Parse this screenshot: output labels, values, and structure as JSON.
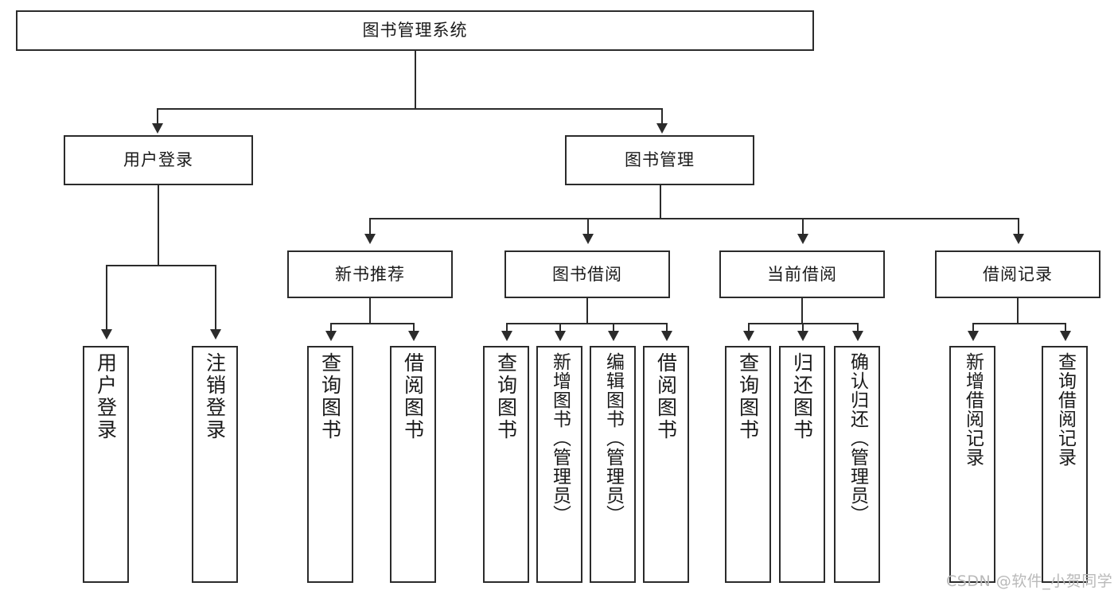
{
  "diagram": {
    "type": "tree",
    "title": "图书管理系统",
    "root": {
      "id": "root",
      "label": "图书管理系统"
    },
    "level2": [
      {
        "id": "user-login",
        "label": "用户登录"
      },
      {
        "id": "book-management",
        "label": "图书管理"
      }
    ],
    "level3": [
      {
        "id": "new-book-recommend",
        "label": "新书推荐",
        "parent": "book-management"
      },
      {
        "id": "book-borrow",
        "label": "图书借阅",
        "parent": "book-management"
      },
      {
        "id": "current-borrow",
        "label": "当前借阅",
        "parent": "book-management"
      },
      {
        "id": "borrow-record",
        "label": "借阅记录",
        "parent": "book-management"
      }
    ],
    "leaves": [
      {
        "id": "leaf-user-login",
        "label": "用户登录",
        "parent": "user-login"
      },
      {
        "id": "leaf-user-logout",
        "label": "注销登录",
        "parent": "user-login"
      },
      {
        "id": "leaf-query-book-1",
        "label": "查询图书",
        "parent": "new-book-recommend"
      },
      {
        "id": "leaf-borrow-book-1",
        "label": "借阅图书",
        "parent": "new-book-recommend"
      },
      {
        "id": "leaf-query-book-2",
        "label": "查询图书",
        "parent": "book-borrow"
      },
      {
        "id": "leaf-add-book",
        "label": "新增图书（管理员）",
        "parent": "book-borrow"
      },
      {
        "id": "leaf-edit-book",
        "label": "编辑图书（管理员）",
        "parent": "book-borrow"
      },
      {
        "id": "leaf-borrow-book-2",
        "label": "借阅图书",
        "parent": "book-borrow"
      },
      {
        "id": "leaf-query-book-3",
        "label": "查询图书",
        "parent": "current-borrow"
      },
      {
        "id": "leaf-return-book",
        "label": "归还图书",
        "parent": "current-borrow"
      },
      {
        "id": "leaf-confirm-return",
        "label": "确认归还（管理员）",
        "parent": "current-borrow"
      },
      {
        "id": "leaf-add-record",
        "label": "新增借阅记录",
        "parent": "borrow-record"
      },
      {
        "id": "leaf-query-record",
        "label": "查询借阅记录",
        "parent": "borrow-record"
      }
    ]
  },
  "watermark": {
    "text": "CSDN @软件_小贺同学"
  },
  "colors": {
    "stroke": "#2b2b2b",
    "fill": "#ffffff",
    "text": "#1a1a1a",
    "watermark": "#b9b9b9"
  }
}
